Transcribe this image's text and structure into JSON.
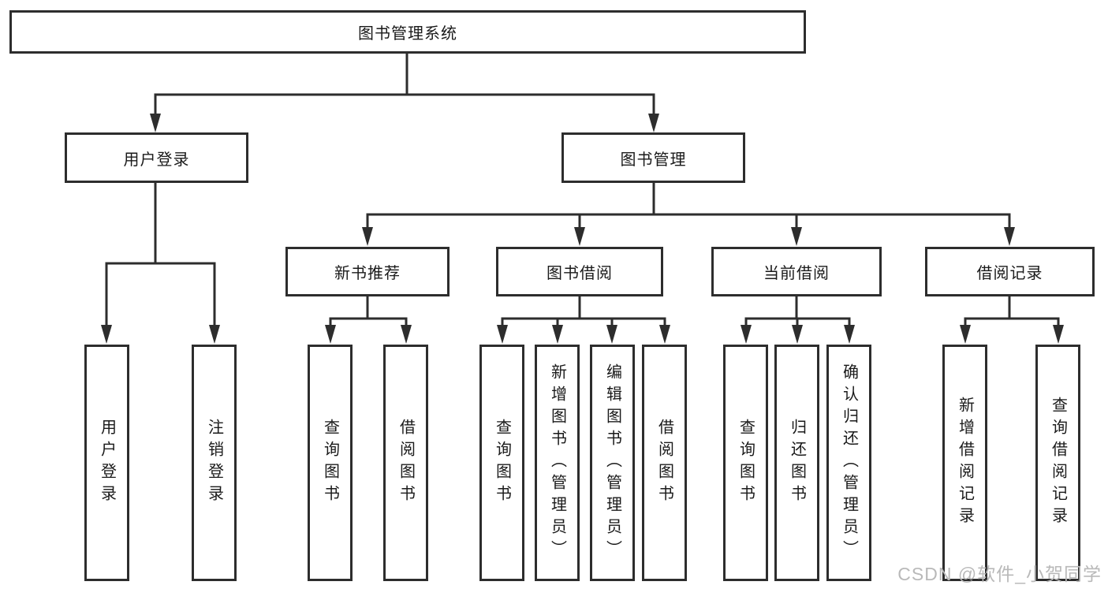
{
  "diagram": {
    "root": {
      "label": "图书管理系统",
      "children": [
        {
          "label": "用户登录",
          "children": [
            {
              "label": "用户登录"
            },
            {
              "label": "注销登录"
            }
          ]
        },
        {
          "label": "图书管理",
          "children": [
            {
              "label": "新书推荐",
              "children": [
                {
                  "label": "查询图书"
                },
                {
                  "label": "借阅图书"
                }
              ]
            },
            {
              "label": "图书借阅",
              "children": [
                {
                  "label": "查询图书"
                },
                {
                  "label": "新增图书（管理员）"
                },
                {
                  "label": "编辑图书（管理员）"
                },
                {
                  "label": "借阅图书"
                }
              ]
            },
            {
              "label": "当前借阅",
              "children": [
                {
                  "label": "查询图书"
                },
                {
                  "label": "归还图书"
                },
                {
                  "label": "确认归还（管理员）"
                }
              ]
            },
            {
              "label": "借阅记录",
              "children": [
                {
                  "label": "新增借阅记录"
                },
                {
                  "label": "查询借阅记录"
                }
              ]
            }
          ]
        }
      ]
    }
  },
  "watermark": {
    "text": "CSDN @软件_小贺同学"
  },
  "colors": {
    "line": "#2d2d2d",
    "text": "#1a1a1a",
    "watermark": "#b9b9b9",
    "background": "#ffffff"
  }
}
